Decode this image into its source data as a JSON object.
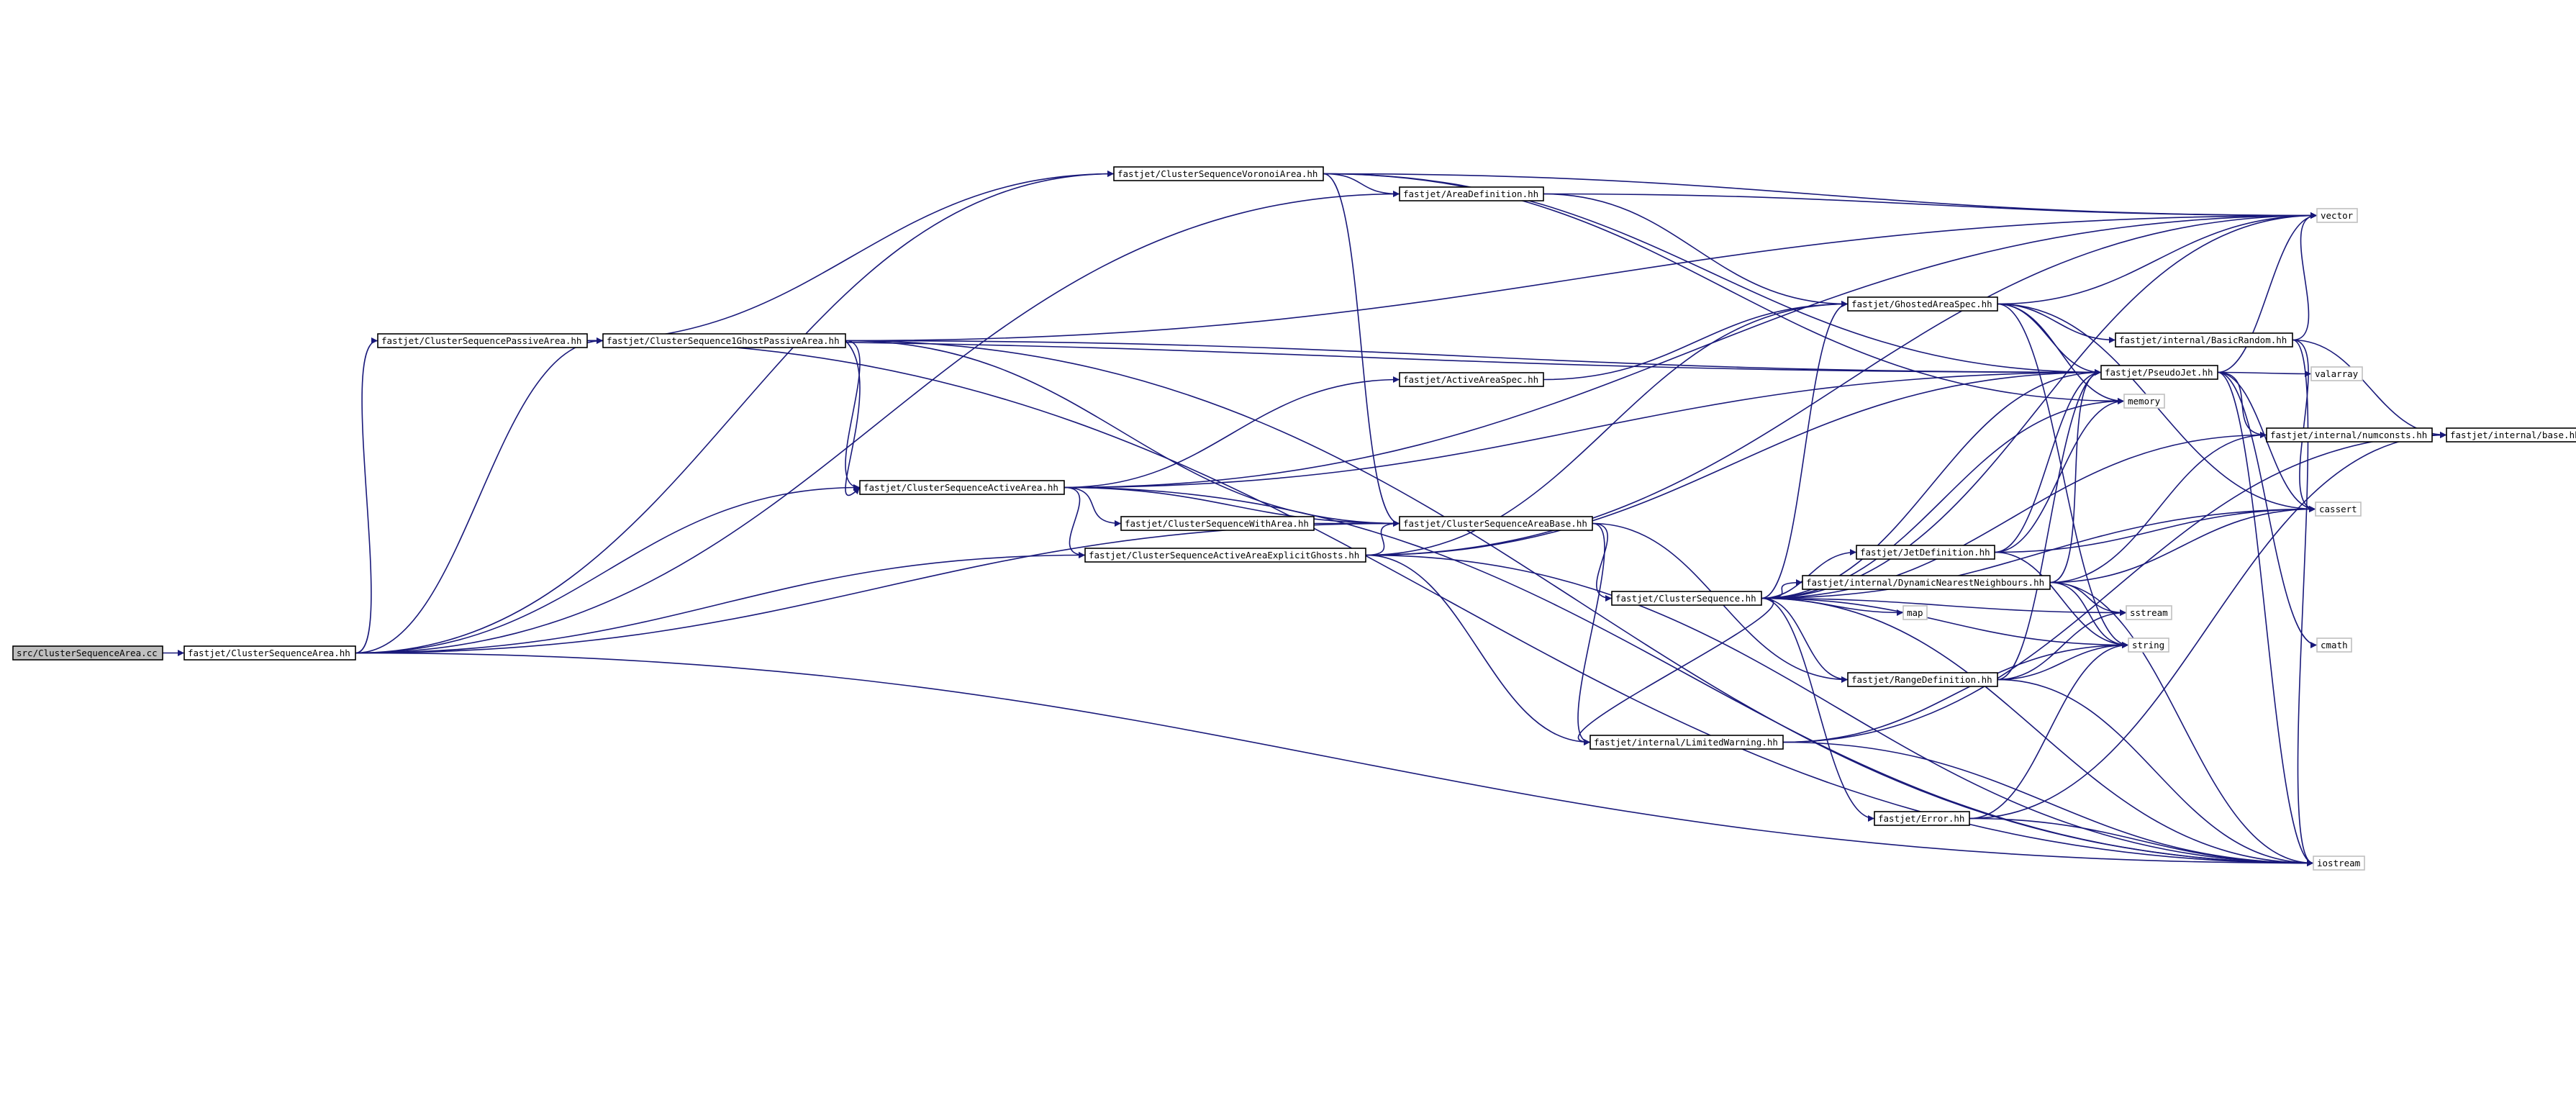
{
  "graph": {
    "nodes": [
      {
        "id": "root",
        "label": "src/ClusterSequenceArea.cc",
        "root": true
      },
      {
        "id": "csa",
        "label": "fastjet/ClusterSequenceArea.hh"
      },
      {
        "id": "cspa",
        "label": "fastjet/ClusterSequencePassiveArea.hh"
      },
      {
        "id": "cs1gpa",
        "label": "fastjet/ClusterSequence1GhostPassiveArea.hh"
      },
      {
        "id": "csva",
        "label": "fastjet/ClusterSequenceVoronoiArea.hh"
      },
      {
        "id": "ad",
        "label": "fastjet/AreaDefinition.hh"
      },
      {
        "id": "csaa",
        "label": "fastjet/ClusterSequenceActiveArea.hh"
      },
      {
        "id": "aas",
        "label": "fastjet/ActiveAreaSpec.hh"
      },
      {
        "id": "cswa",
        "label": "fastjet/ClusterSequenceWithArea.hh"
      },
      {
        "id": "csaaeg",
        "label": "fastjet/ClusterSequenceActiveAreaExplicitGhosts.hh"
      },
      {
        "id": "csab",
        "label": "fastjet/ClusterSequenceAreaBase.hh"
      },
      {
        "id": "cs",
        "label": "fastjet/ClusterSequence.hh"
      },
      {
        "id": "lw",
        "label": "fastjet/internal/LimitedWarning.hh"
      },
      {
        "id": "gas",
        "label": "fastjet/GhostedAreaSpec.hh"
      },
      {
        "id": "jd",
        "label": "fastjet/JetDefinition.hh"
      },
      {
        "id": "dnn",
        "label": "fastjet/internal/DynamicNearestNeighbours.hh"
      },
      {
        "id": "rd",
        "label": "fastjet/RangeDefinition.hh"
      },
      {
        "id": "err",
        "label": "fastjet/Error.hh"
      },
      {
        "id": "br",
        "label": "fastjet/internal/BasicRandom.hh"
      },
      {
        "id": "pj",
        "label": "fastjet/PseudoJet.hh"
      },
      {
        "id": "nc",
        "label": "fastjet/internal/numconsts.hh"
      },
      {
        "id": "base",
        "label": "fastjet/internal/base.hh"
      },
      {
        "id": "vector",
        "label": "vector",
        "sys": true
      },
      {
        "id": "valarray",
        "label": "valarray",
        "sys": true
      },
      {
        "id": "memory",
        "label": "memory",
        "sys": true
      },
      {
        "id": "cassert",
        "label": "cassert",
        "sys": true
      },
      {
        "id": "sstream",
        "label": "sstream",
        "sys": true
      },
      {
        "id": "map",
        "label": "map",
        "sys": true
      },
      {
        "id": "string",
        "label": "string",
        "sys": true
      },
      {
        "id": "cmath",
        "label": "cmath",
        "sys": true
      },
      {
        "id": "iostream",
        "label": "iostream",
        "sys": true
      }
    ],
    "edges": [
      [
        "root",
        "csa"
      ],
      [
        "csa",
        "cspa"
      ],
      [
        "csa",
        "cs1gpa"
      ],
      [
        "csa",
        "csva"
      ],
      [
        "csa",
        "ad"
      ],
      [
        "csa",
        "csaa"
      ],
      [
        "csa",
        "csaaeg"
      ],
      [
        "csa",
        "csab"
      ],
      [
        "csa",
        "iostream"
      ],
      [
        "cspa",
        "cs1gpa"
      ],
      [
        "cspa",
        "csva"
      ],
      [
        "cspa",
        "pj"
      ],
      [
        "cspa",
        "iostream"
      ],
      [
        "cs1gpa",
        "csaa"
      ],
      [
        "cs1gpa",
        "csaa"
      ],
      [
        "cs1gpa",
        "csab"
      ],
      [
        "cs1gpa",
        "pj"
      ],
      [
        "cs1gpa",
        "vector"
      ],
      [
        "cs1gpa",
        "iostream"
      ],
      [
        "csva",
        "ad"
      ],
      [
        "csva",
        "csab"
      ],
      [
        "csva",
        "pj"
      ],
      [
        "csva",
        "vector"
      ],
      [
        "csva",
        "memory"
      ],
      [
        "ad",
        "gas"
      ],
      [
        "ad",
        "vector"
      ],
      [
        "csaa",
        "aas"
      ],
      [
        "csaa",
        "cswa"
      ],
      [
        "csaa",
        "csaaeg"
      ],
      [
        "csaa",
        "csab"
      ],
      [
        "csaa",
        "pj"
      ],
      [
        "csaa",
        "vector"
      ],
      [
        "csaa",
        "iostream"
      ],
      [
        "aas",
        "gas"
      ],
      [
        "cswa",
        "csab"
      ],
      [
        "csaaeg",
        "csab"
      ],
      [
        "csaaeg",
        "gas"
      ],
      [
        "csaaeg",
        "lw"
      ],
      [
        "csaaeg",
        "pj"
      ],
      [
        "csaaeg",
        "vector"
      ],
      [
        "csaaeg",
        "iostream"
      ],
      [
        "csab",
        "cs"
      ],
      [
        "csab",
        "lw"
      ],
      [
        "csab",
        "rd"
      ],
      [
        "cs",
        "gas"
      ],
      [
        "cs",
        "jd"
      ],
      [
        "cs",
        "dnn"
      ],
      [
        "cs",
        "rd"
      ],
      [
        "cs",
        "lw"
      ],
      [
        "cs",
        "err"
      ],
      [
        "cs",
        "pj"
      ],
      [
        "cs",
        "memory"
      ],
      [
        "cs",
        "map"
      ],
      [
        "cs",
        "sstream"
      ],
      [
        "cs",
        "string"
      ],
      [
        "cs",
        "vector"
      ],
      [
        "cs",
        "cassert"
      ],
      [
        "cs",
        "iostream"
      ],
      [
        "cs",
        "nc"
      ],
      [
        "lw",
        "string"
      ],
      [
        "lw",
        "iostream"
      ],
      [
        "lw",
        "base"
      ],
      [
        "gas",
        "br"
      ],
      [
        "gas",
        "pj"
      ],
      [
        "gas",
        "vector"
      ],
      [
        "gas",
        "string"
      ],
      [
        "gas",
        "cassert"
      ],
      [
        "gas",
        "memory"
      ],
      [
        "jd",
        "pj"
      ],
      [
        "jd",
        "string"
      ],
      [
        "jd",
        "cassert"
      ],
      [
        "jd",
        "memory"
      ],
      [
        "dnn",
        "pj"
      ],
      [
        "dnn",
        "string"
      ],
      [
        "dnn",
        "sstream"
      ],
      [
        "dnn",
        "cassert"
      ],
      [
        "dnn",
        "iostream"
      ],
      [
        "dnn",
        "nc"
      ],
      [
        "rd",
        "pj"
      ],
      [
        "rd",
        "string"
      ],
      [
        "rd",
        "iostream"
      ],
      [
        "rd",
        "sstream"
      ],
      [
        "err",
        "string"
      ],
      [
        "err",
        "iostream"
      ],
      [
        "err",
        "base"
      ],
      [
        "br",
        "vector"
      ],
      [
        "br",
        "cassert"
      ],
      [
        "br",
        "iostream"
      ],
      [
        "br",
        "base"
      ],
      [
        "pj",
        "valarray"
      ],
      [
        "pj",
        "vector"
      ],
      [
        "pj",
        "cassert"
      ],
      [
        "pj",
        "cmath"
      ],
      [
        "pj",
        "iostream"
      ],
      [
        "pj",
        "nc"
      ],
      [
        "nc",
        "base"
      ]
    ]
  }
}
